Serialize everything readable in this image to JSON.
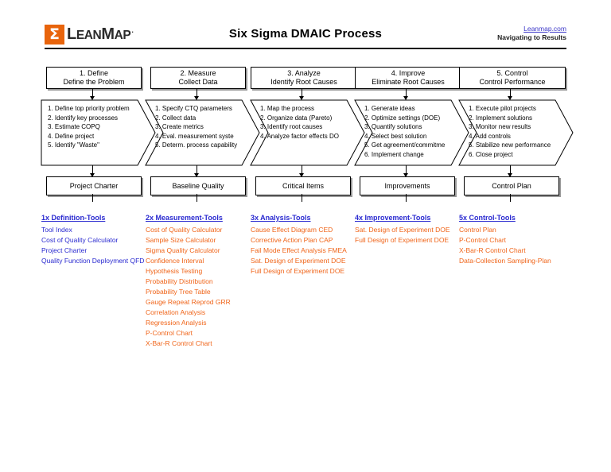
{
  "header": {
    "logo_mark": "Σ",
    "logo_word_lead": "L",
    "logo_word_rest": "EAN",
    "logo_word_lead2": "M",
    "logo_word_rest2": "AP",
    "logo_reg": ".",
    "title": "Six Sigma DMAIC Process",
    "brand_link": "Leanmap.com",
    "brand_tagline": "Navigating to Results"
  },
  "colors": {
    "accent_orange": "#E8640C",
    "tool_orange": "#F0651A",
    "link_blue": "#2a2ad0",
    "outline": "#000000",
    "shadow": "#9a9a9a"
  },
  "phases": [
    {
      "number_title": "1. Define",
      "subtitle": "Define the Problem",
      "steps": [
        "1. Define top priority problem",
        "2. Identify key processes",
        "3. Estimate COPQ",
        "4. Define project",
        "5. Identify \"Waste\""
      ],
      "output": "Project Charter"
    },
    {
      "number_title": "2. Measure",
      "subtitle": "Collect Data",
      "steps": [
        "1. Specify CTQ parameters",
        "2. Collect data",
        "3. Create metrics",
        "4. Eval. measurement syste",
        "5. Determ. process capability"
      ],
      "output": "Baseline Quality"
    },
    {
      "number_title": "3. Analyze",
      "subtitle": "Identify Root Causes",
      "steps": [
        "1. Map the process",
        "2. Organize data (Pareto)",
        "3. Identify root causes",
        "4. Analyze factor effects DO"
      ],
      "output": "Critical Items"
    },
    {
      "number_title": "4. Improve",
      "subtitle": "Eliminate Root Causes",
      "steps": [
        "1. Generate ideas",
        "2. Optimize settings (DOE)",
        "3. Quantify solutions",
        "4. Select best solution",
        "5. Get agreement/commitme",
        "6. Implement change"
      ],
      "output": "Improvements"
    },
    {
      "number_title": "5. Control",
      "subtitle": "Control Performance",
      "steps": [
        "1. Execute pilot projects",
        "2. Implement solutions",
        "3. Monitor new results",
        "4. Add controls",
        "5. Stabilize new performance",
        "6. Close project"
      ],
      "output": "Control Plan"
    }
  ],
  "tool_groups": [
    {
      "heading": "1x Definition-Tools",
      "style": "blue",
      "items": [
        "Tool Index",
        "Cost of Quality Calculator",
        "Project Charter",
        "Quality Function Deployment QFD"
      ]
    },
    {
      "heading": "2x Measurement-Tools",
      "style": "orange",
      "items": [
        "Cost of Quality Calculator",
        "Sample Size Calculator",
        "Sigma Quality Calculator",
        "Confidence Interval",
        "Hypothesis Testing",
        "Probability Distribution",
        "Probability Tree Table",
        "Gauge Repeat Reprod GRR",
        "Correlation Analysis",
        "Regression Analysis",
        "P-Control Chart",
        "X-Bar-R Control Chart"
      ]
    },
    {
      "heading": "3x Analysis-Tools",
      "style": "orange",
      "items": [
        "Cause Effect Diagram CED",
        "Corrective Action Plan CAP",
        "Fail Mode Effect Analysis FMEA",
        "Sat. Design of Experiment DOE",
        "Full Design of Experiment DOE"
      ]
    },
    {
      "heading": "4x Improvement-Tools",
      "style": "orange",
      "items": [
        "Sat. Design of Experiment DOE",
        "Full Design of Experiment DOE"
      ]
    },
    {
      "heading": "5x Control-Tools",
      "style": "orange",
      "items": [
        "Control Plan",
        "P-Control Chart",
        "X-Bar-R Control Chart",
        "Data-Collection Sampling-Plan"
      ]
    }
  ]
}
